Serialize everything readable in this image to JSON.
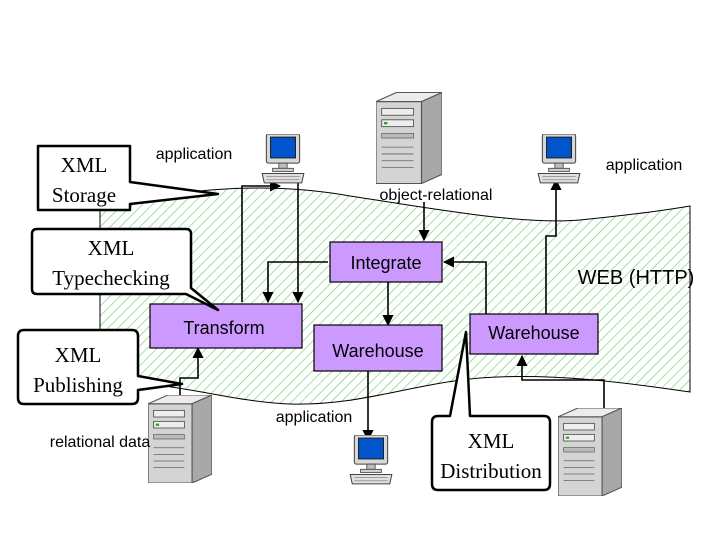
{
  "labels": {
    "web": "WEB (HTTP)",
    "object_relational": "object-relational",
    "relational_data": "relational data",
    "application_top_left": "application",
    "application_top_right": "application",
    "application_bottom": "application"
  },
  "nodes": {
    "integrate": "Integrate",
    "transform": "Transform",
    "warehouse_left": "Warehouse",
    "warehouse_right": "Warehouse"
  },
  "callouts": {
    "xml_storage": [
      "XML",
      "Storage"
    ],
    "xml_typechecking": [
      "XML",
      "Typechecking"
    ],
    "xml_publishing": [
      "XML",
      "Publishing"
    ],
    "xml_distribution": [
      "XML",
      "Distribution"
    ]
  },
  "icons": {
    "computer_top_left": "desktop-computer-icon",
    "computer_top_right": "desktop-computer-icon",
    "computer_bottom": "desktop-computer-icon",
    "server_top": "server-tower-icon",
    "server_bottom_left": "server-tower-icon",
    "server_bottom_right": "server-tower-icon"
  },
  "colors": {
    "node_fill": "#cc99ff",
    "web_hatch": "#66cc66",
    "screen": "#0055cc"
  }
}
